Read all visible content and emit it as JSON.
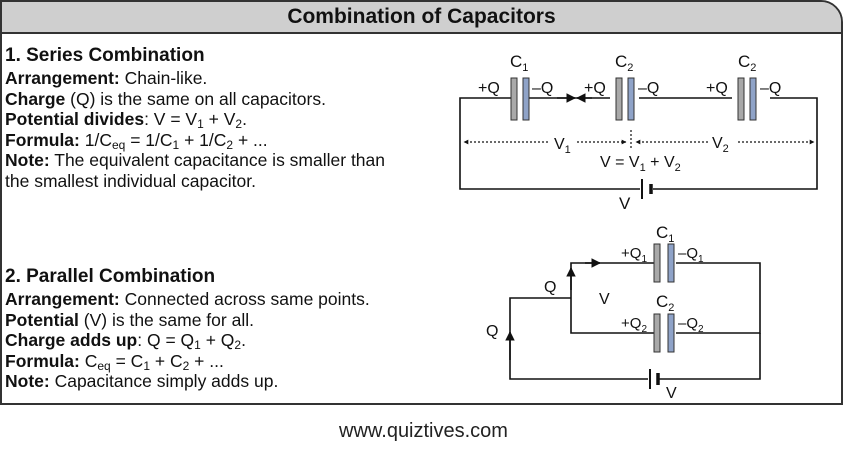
{
  "title": "Combination of Capacitors",
  "series": {
    "heading": "1. Series Combination",
    "arrangement_label": "Arrangement:",
    "arrangement_text": " Chain-like.",
    "charge_label": "Charge",
    "charge_text": " (Q) is the same on all capacitors.",
    "potential_label": "Potential divides",
    "potential_text": ": V = V",
    "potential_sub1": "1",
    "potential_mid": " + V",
    "potential_sub2": "2",
    "potential_end": ".",
    "formula_label": "Formula:",
    "formula_a": " 1/C",
    "formula_sub": "eq",
    "formula_b": " = 1/C",
    "formula_sub1": "1",
    "formula_c": " + 1/C",
    "formula_sub2": "2",
    "formula_d": " + ...",
    "note_label": "Note:",
    "note_text": " The equivalent capacitance is smaller than",
    "note_text2": "the smallest individual capacitor."
  },
  "parallel": {
    "heading": "2. Parallel Combination",
    "arrangement_label": "Arrangement:",
    "arrangement_text": " Connected across same points.",
    "potential_label": "Potential",
    "potential_text": " (V) is the same for all.",
    "charge_label": "Charge adds up",
    "charge_text": ": Q = Q",
    "charge_sub1": "1",
    "charge_mid": " + Q",
    "charge_sub2": "2",
    "charge_end": ".",
    "formula_label": "Formula:",
    "formula_a": " C",
    "formula_sub": "eq",
    "formula_b": " = C",
    "formula_sub1": "1",
    "formula_c": " + C",
    "formula_sub2": "2",
    "formula_d": " + ...",
    "note_label": "Note:",
    "note_text": " Capacitance simply adds up."
  },
  "series_circuit": {
    "cap1": "C",
    "cap1_sub": "1",
    "cap2": "C",
    "cap2_sub": "2",
    "cap3": "C",
    "cap3_sub": "2",
    "plus_q": "+Q",
    "minus_q": "–Q",
    "v1": "V",
    "v1_sub": "1",
    "v2": "V",
    "v2_sub": "2",
    "sum_a": "V = V",
    "sum_sub1": "1",
    "sum_b": " + V",
    "sum_sub2": "2",
    "battery": "V"
  },
  "parallel_circuit": {
    "cap1": "C",
    "cap1_sub": "1",
    "cap2": "C",
    "cap2_sub": "2",
    "plus_q1": "+Q",
    "plus_q1_sub": "1",
    "minus_q1": "–Q",
    "minus_q1_sub": "1",
    "plus_q2": "+Q",
    "plus_q2_sub": "2",
    "minus_q2": "–Q",
    "minus_q2_sub": "2",
    "q_inner": "Q",
    "q_outer": "Q",
    "v_inner": "V",
    "battery": "V"
  },
  "colors": {
    "plate_grey": "#a9a9a9",
    "plate_blue": "#8fa3c8",
    "title_bg": "#cfcfcf"
  },
  "footer": "www.quiztives.com"
}
